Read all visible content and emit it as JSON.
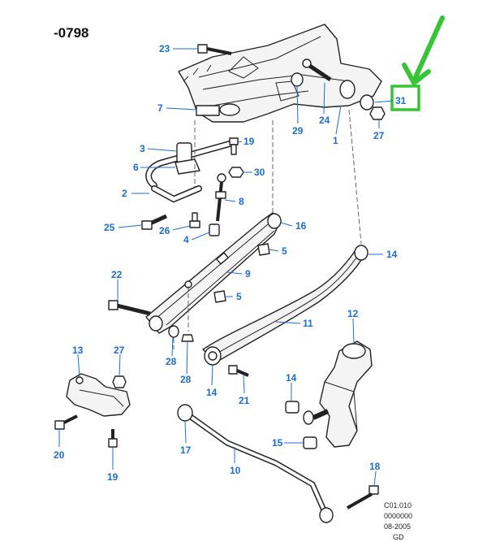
{
  "diagram": {
    "code": "-0798",
    "reference": [
      "C01.010",
      "0000000",
      "08-2005",
      "GD"
    ],
    "highlight_color": "#35c635",
    "callout_color": "#1a6fd1",
    "highlighted_callout": "31",
    "callouts": {
      "c23": "23",
      "c7": "7",
      "c29": "29",
      "c24": "24",
      "c1": "1",
      "c27a": "27",
      "c31": "31",
      "c3": "3",
      "c19a": "19",
      "c6": "6",
      "c30": "30",
      "c2": "2",
      "c8": "8",
      "c25": "25",
      "c26": "26",
      "c4": "4",
      "c16": "16",
      "c5a": "5",
      "c14a": "14",
      "c9": "9",
      "c22": "22",
      "c5b": "5",
      "c11": "11",
      "c12": "12",
      "c28a": "28",
      "c28b": "28",
      "c13": "13",
      "c27b": "27",
      "c14b": "14",
      "c14c": "14",
      "c21": "21",
      "c20": "20",
      "c17": "17",
      "c15": "15",
      "c10": "10",
      "c19b": "19",
      "c18": "18"
    }
  }
}
